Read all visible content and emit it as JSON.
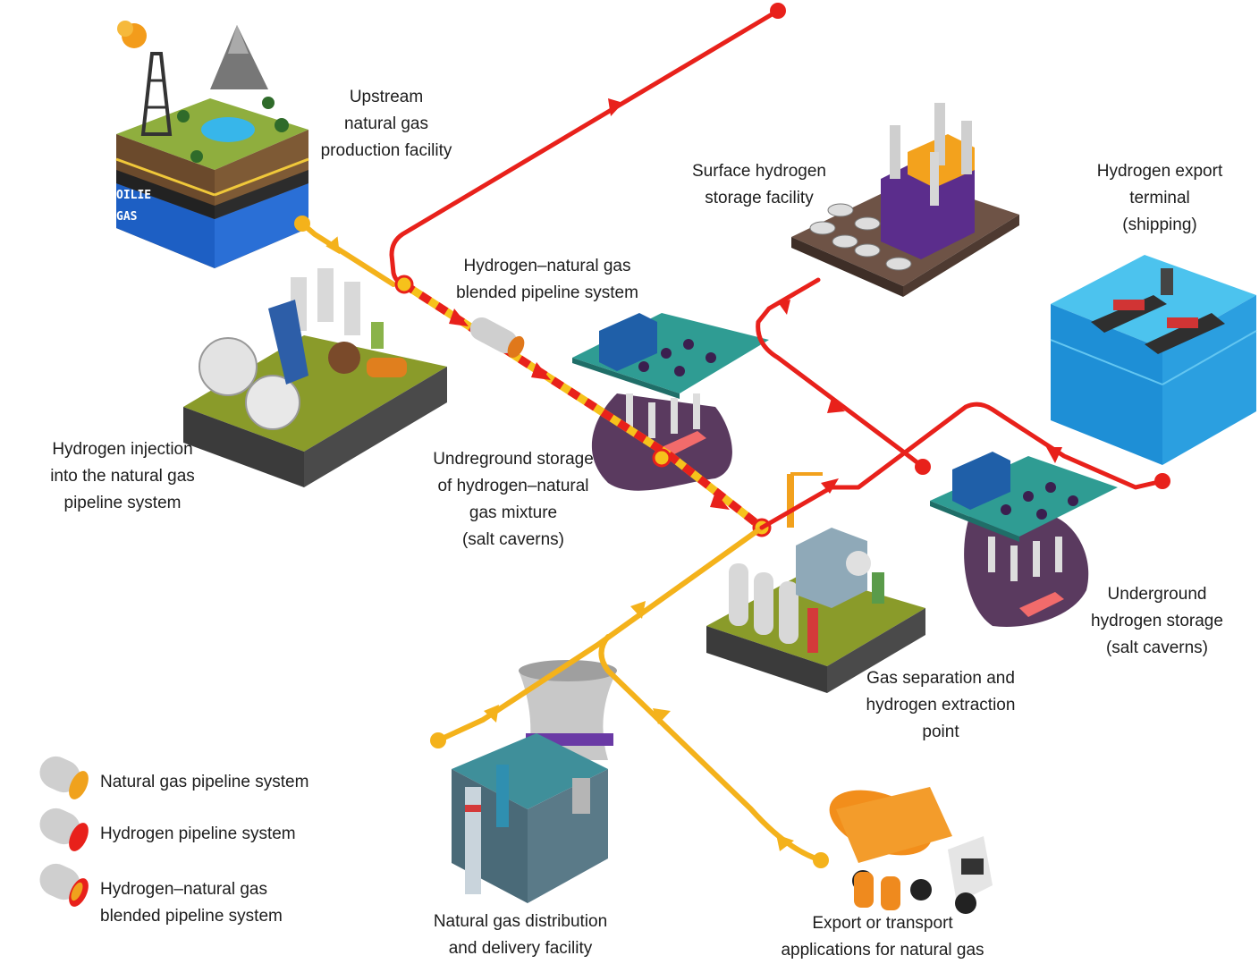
{
  "colors": {
    "natural_gas": "#f4b21b",
    "hydrogen": "#e8211b",
    "blended_a": "#e8211b",
    "blended_b": "#f6c21b",
    "ground_green": "#9aa83a",
    "platform_teal": "#2f9c93",
    "cavern": "#5a3a5f",
    "water": "#2ea9e6"
  },
  "labels": {
    "upstream": [
      "Upstream",
      "natural gas",
      "production facility"
    ],
    "injection": [
      "Hydrogen injection",
      "into the natural gas",
      "pipeline system"
    ],
    "blended_system": [
      "Hydrogen–natural gas",
      "blended pipeline system"
    ],
    "underground_mixture": [
      "Undreground storage",
      "of hydrogen–natural",
      "gas mixture",
      "(salt caverns)"
    ],
    "surface_storage": [
      "Surface hydrogen",
      "storage facility"
    ],
    "export_terminal": [
      "Hydrogen export",
      "terminal",
      "(shipping)"
    ],
    "underground_hydrogen": [
      "Underground",
      "hydrogen storage",
      "(salt caverns)"
    ],
    "separation": [
      "Gas separation and",
      "hydrogen extraction",
      "point"
    ],
    "distribution": [
      "Natural gas distribution",
      "and delivery facility"
    ],
    "export_transport": [
      "Export or transport",
      "applications for natural gas"
    ]
  },
  "legend": [
    {
      "icon": "natural-gas-pipe-icon",
      "lines": [
        "Natural gas pipeline system"
      ]
    },
    {
      "icon": "hydrogen-pipe-icon",
      "lines": [
        "Hydrogen pipeline system"
      ]
    },
    {
      "icon": "blended-pipe-icon",
      "lines": [
        "Hydrogen–natural gas",
        "blended pipeline system"
      ]
    }
  ],
  "well_sign": [
    "OILIE",
    "GAS"
  ]
}
